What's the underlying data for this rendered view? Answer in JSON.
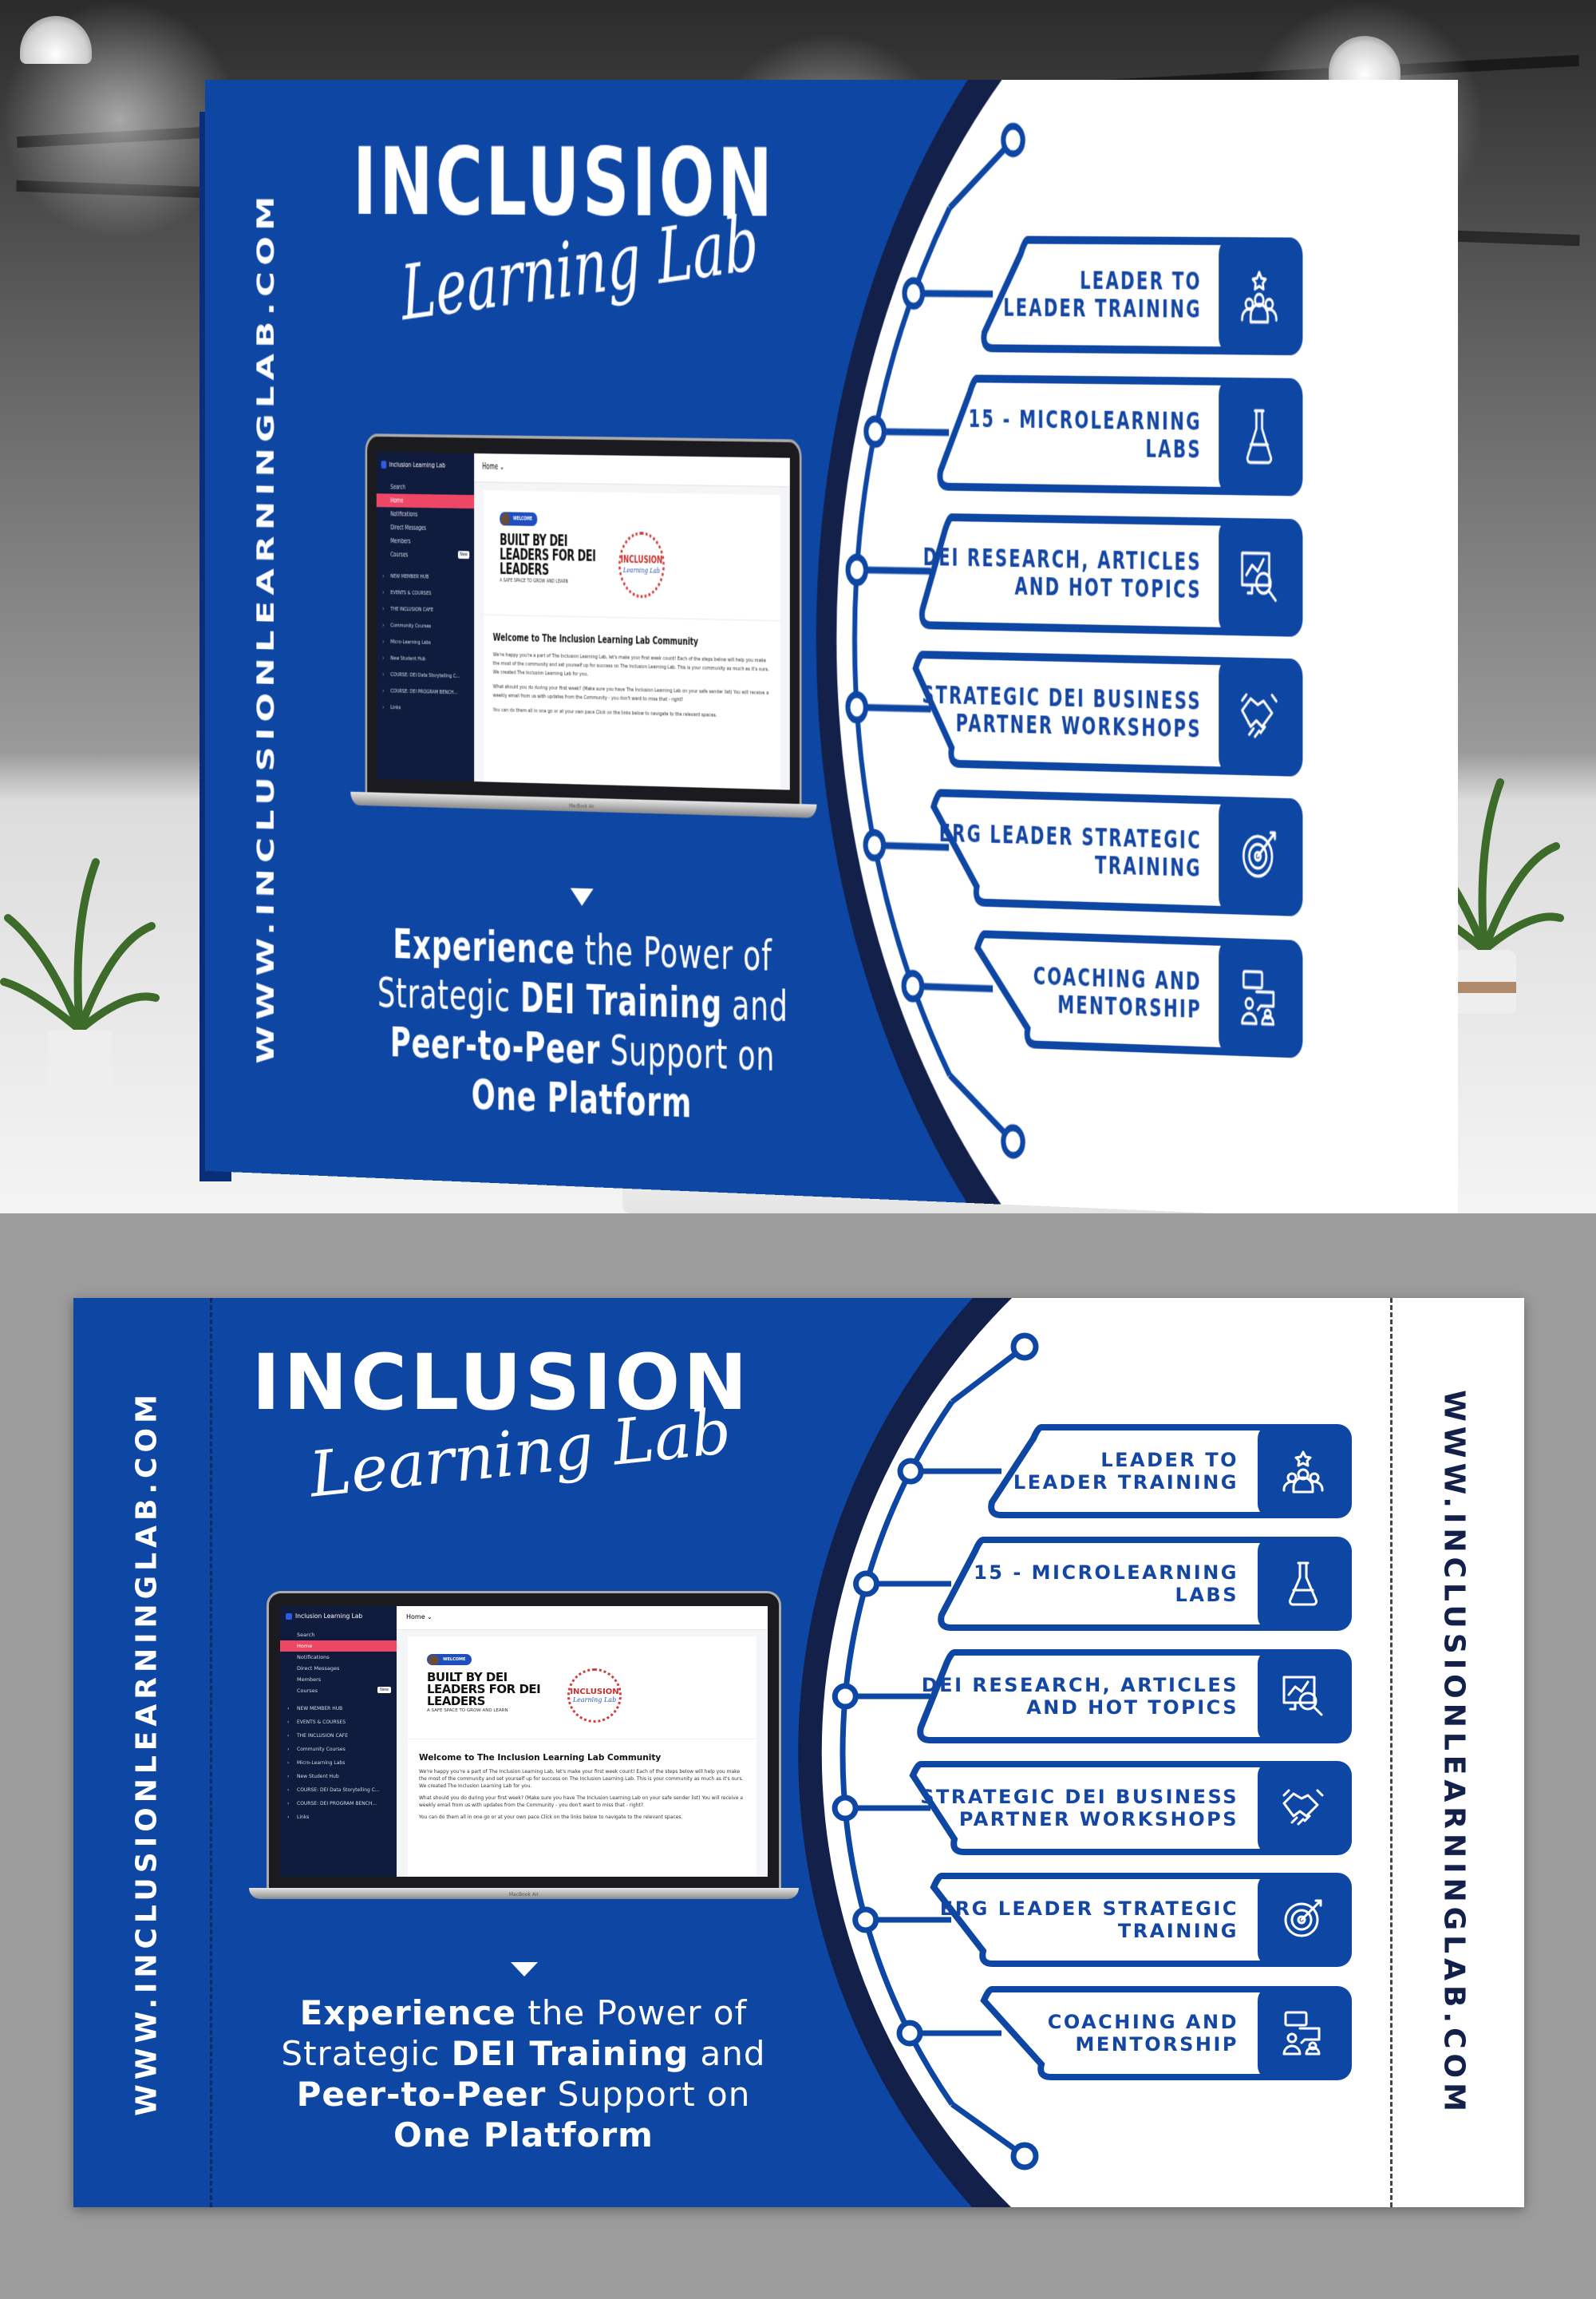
{
  "brand": {
    "name_main": "INCLUSION",
    "name_script": "Learning Lab",
    "url": "WWW.INCLUSIONLEARNINGLAB.COM",
    "colors": {
      "blue": "#0e46a4",
      "navy": "#12204a",
      "white": "#ffffff"
    }
  },
  "tagline": {
    "l1_bold": "Experience",
    "l1_rest": " the Power of",
    "l2_a": "Strategic ",
    "l2_bold": "DEI Training",
    "l2_rest": " and",
    "l3_bold": "Peer-to-Peer",
    "l3_rest": " Support on",
    "l4_bold": "One Platform"
  },
  "services": [
    {
      "line1": "LEADER TO",
      "line2": "LEADER TRAINING",
      "icon": "leader-group-star-icon"
    },
    {
      "line1": "15 - MICROLEARNING",
      "line2": "LABS",
      "icon": "flask-icon"
    },
    {
      "line1": "DEI RESEARCH, ARTICLES",
      "line2": "AND HOT TOPICS",
      "icon": "research-magnifier-icon"
    },
    {
      "line1": "STRATEGIC DEI BUSINESS",
      "line2": "PARTNER WORKSHOPS",
      "icon": "handshake-icon"
    },
    {
      "line1": "ERG LEADER STRATEGIC",
      "line2": "TRAINING",
      "icon": "target-icon"
    },
    {
      "line1": "COACHING AND",
      "line2": "MENTORSHIP",
      "icon": "mentorship-chat-icon"
    }
  ],
  "laptop": {
    "label": "MacBook Air",
    "app": {
      "workspace": "Inclusion Learning Lab",
      "nav": [
        "Search",
        "Home",
        "Notifications",
        "Direct Messages",
        "Members",
        "Courses"
      ],
      "new_badge": "New",
      "groups": [
        "NEW MEMBER HUB",
        "EVENTS & COURSES",
        "THE INCLUSION CAFE",
        "Community Courses",
        "Micro-Learning Labs",
        "New Student Hub",
        "COURSE: DEI Data Storytelling C...",
        "COURSE: DEI PROGRAM BENCH...",
        "Links"
      ],
      "header": "Home ⌄",
      "hero": {
        "badge": "WELCOME",
        "title": "BUILT BY DEI LEADERS FOR DEI LEADERS",
        "subtitle": "A SAFE SPACE TO GROW AND LEARN",
        "logo_main": "INCLUSION",
        "logo_script": "Learning Lab"
      },
      "post": {
        "title": "Welcome to The Inclusion Learning Lab Community",
        "p1": "We're happy you're a part of The Inclusion Learning Lab, let's make your first week count! Each of the steps below will help you make the most of the community and set yourself up for success on The Inclusion Learning Lab. This is your community as much as it's ours. We created The Inclusion Learning Lab for you.",
        "p2": "What should you do during your first week? (Make sure you have The Inclusion Learning Lab on your safe sender list) You will receive a weekly email from us with updates from the Community - you don't want to miss that - right?",
        "p3": "You can do them all in one go or at your own pace Click on the links below to navigate to the relevant spaces."
      }
    }
  }
}
